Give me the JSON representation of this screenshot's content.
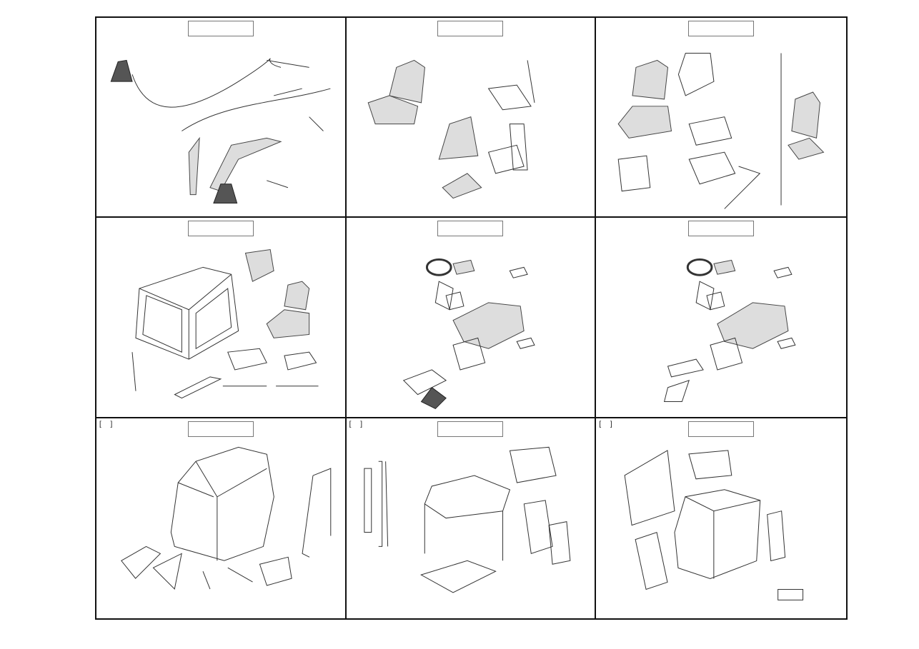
{
  "panels": [
    {
      "drawing": "joystick-cable-controls-drawing",
      "has_corner_marks": false
    },
    {
      "drawing": "operator-seat-exploded-drawing",
      "has_corner_marks": false
    },
    {
      "drawing": "suspension-seat-exploded-drawing",
      "has_corner_marks": false
    },
    {
      "drawing": "cab-and-seat-assembly-drawing",
      "has_corner_marks": false
    },
    {
      "drawing": "steering-dashboard-drawing",
      "has_corner_marks": false
    },
    {
      "drawing": "steering-dashboard-alt-drawing",
      "has_corner_marks": false
    },
    {
      "drawing": "cab-frame-exploded-drawing",
      "has_corner_marks": true
    },
    {
      "drawing": "cab-roof-panels-drawing",
      "has_corner_marks": true
    },
    {
      "drawing": "cab-glazing-drawing",
      "has_corner_marks": true
    }
  ],
  "corner_marks": "[ ]"
}
